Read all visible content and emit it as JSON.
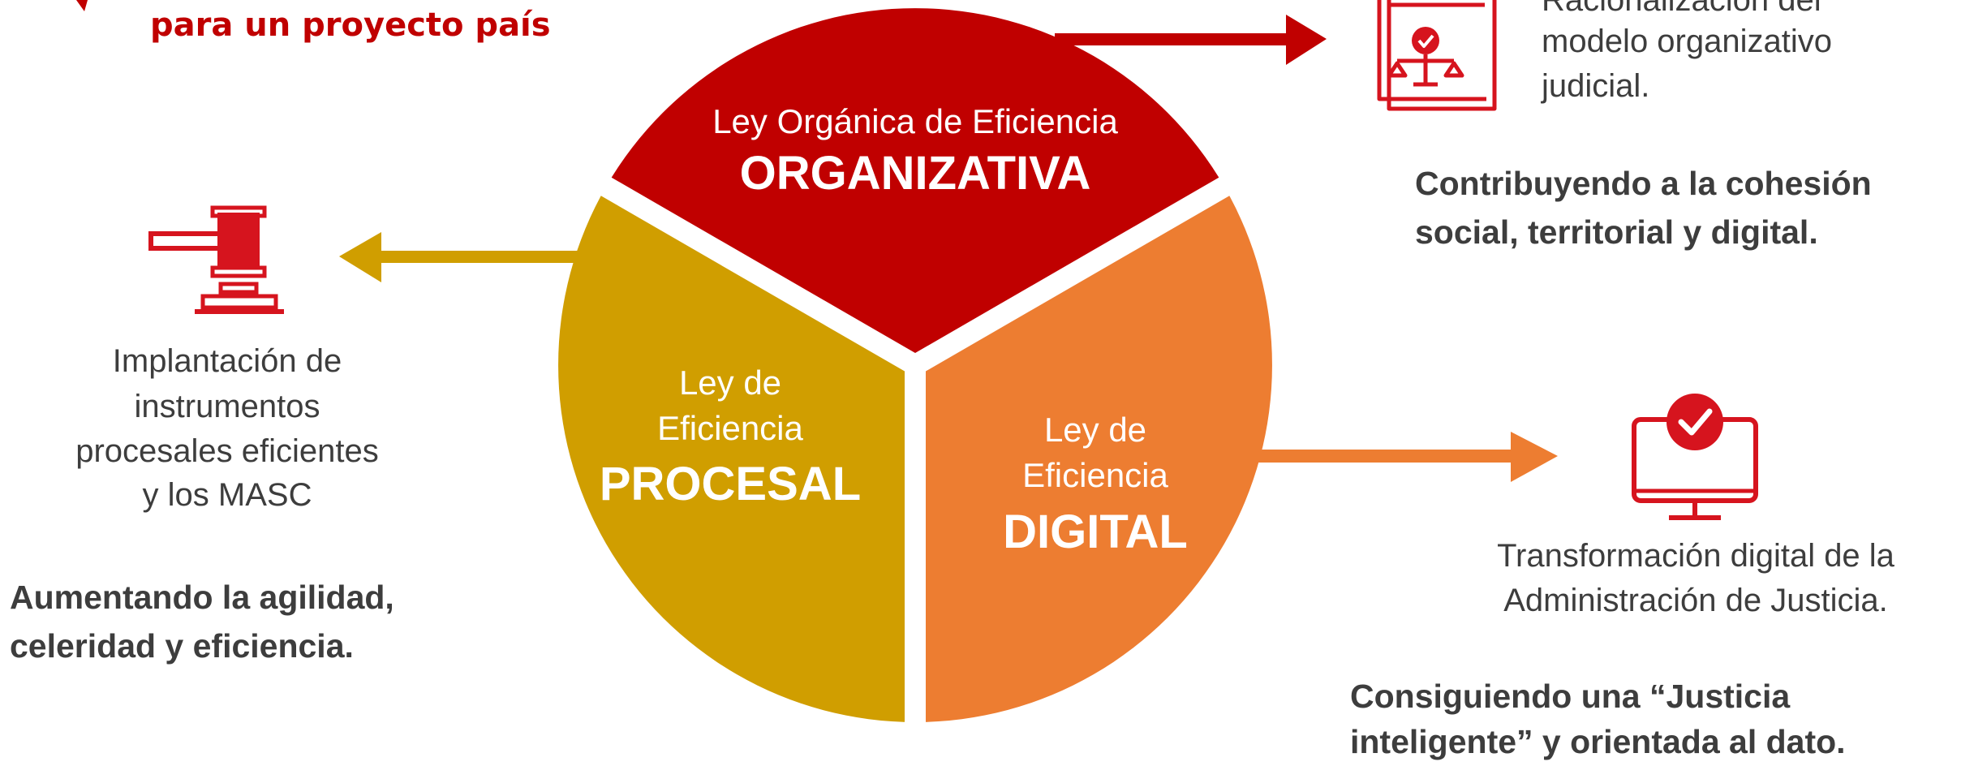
{
  "heading": {
    "line2": "para un proyecto país"
  },
  "segments": {
    "organizativa": {
      "small": "Ley Orgánica de Eficiencia",
      "big": "ORGANIZATIVA",
      "color": "#c00000"
    },
    "procesal": {
      "small_line1": "Ley de",
      "small_line2": "Eficiencia",
      "big": "PROCESAL",
      "color": "#d09e00"
    },
    "digital": {
      "small_line1": "Ley de",
      "small_line2": "Eficiencia",
      "big": "DIGITAL",
      "color": "#ed7d31"
    }
  },
  "right_top": {
    "icon": "document-scales-icon",
    "desc_lines": [
      "Racionalización del",
      "modelo organizativo",
      "judicial."
    ],
    "bold_lines": [
      "Contribuyendo a la cohesión",
      "social, territorial y digital."
    ]
  },
  "left": {
    "icon": "gavel-icon",
    "desc_lines": [
      "Implantación de",
      "instrumentos",
      "procesales eficientes",
      "y los MASC"
    ],
    "bold_lines": [
      "Aumentando la agilidad,",
      "celeridad y eficiencia."
    ]
  },
  "right_bottom": {
    "icon": "monitor-check-icon",
    "desc_lines": [
      "Transformación digital de la",
      "Administración de Justicia."
    ],
    "bold_lines": [
      "Consiguiendo una “Justicia",
      "inteligente” y orientada al dato."
    ]
  },
  "colors": {
    "accent_red": "#c00000",
    "icon_red": "#d6141e",
    "text_gray": "#3d3d3d"
  }
}
